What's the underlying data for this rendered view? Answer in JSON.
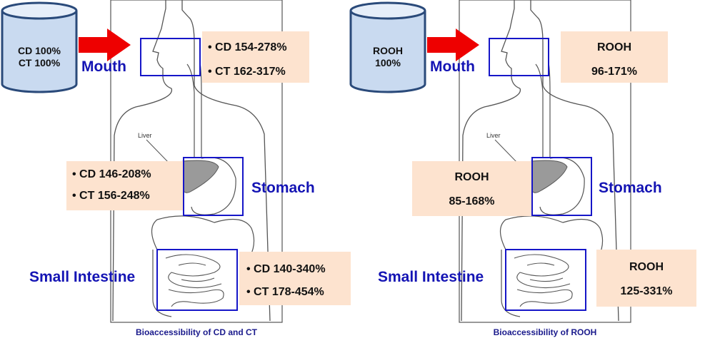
{
  "panels": [
    {
      "beaker": [
        "CD 100%",
        "CT 100%"
      ],
      "mouth_label": "Mouth",
      "mouth_values": [
        "• CD 154-278%",
        "• CT 162-317%"
      ],
      "stomach_label": "Stomach",
      "stomach_values": [
        "• CD 146-208%",
        "• CT 156-248%"
      ],
      "intestine_label": "Small Intestine",
      "intestine_values": [
        "• CD 140-340%",
        "• CT 178-454%"
      ],
      "liver_label": "Liver",
      "caption": "Bioaccessibility of CD and CT"
    },
    {
      "beaker": [
        "ROOH",
        "100%"
      ],
      "mouth_label": "Mouth",
      "mouth_values": [
        "ROOH",
        "96-171%"
      ],
      "stomach_label": "Stomach",
      "stomach_values": [
        "ROOH",
        "85-168%"
      ],
      "intestine_label": "Small Intestine",
      "intestine_values": [
        "ROOH",
        "125-331%"
      ],
      "liver_label": "Liver",
      "caption": "Bioaccessibility of ROOH"
    }
  ],
  "colors": {
    "arrow": "#ee0000",
    "frame": "#1616c8",
    "label": "#1414b4",
    "value_box": "#fde3cf",
    "beaker_fill": "#c9daf0"
  }
}
